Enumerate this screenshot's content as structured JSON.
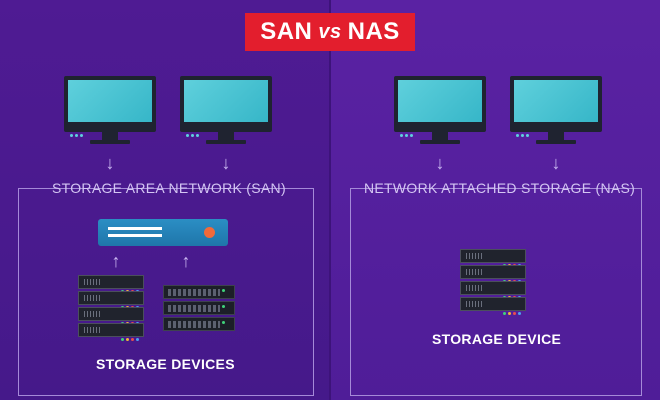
{
  "title": {
    "left": "SAN",
    "vs": "vs",
    "right": "NAS"
  },
  "san": {
    "label": "STORAGE AREA NETWORK (SAN)",
    "caption": "STORAGE DEVICES"
  },
  "nas": {
    "label": "NETWORK ATTACHED STORAGE (NAS)",
    "caption": "STORAGE DEVICE"
  },
  "arrows": {
    "down": "↓",
    "up": "↑"
  },
  "colors": {
    "title_bg": "#e31e2d",
    "left_panel": "#4f1b93",
    "right_panel": "#5a22a3",
    "screen": "#5fd0dc",
    "switch": "#2b8ec4",
    "switch_led": "#f26a3a"
  },
  "icons": [
    "monitor-icon",
    "network-switch-icon",
    "server-rack-icon",
    "blade-server-icon",
    "arrow-down-icon",
    "arrow-up-icon"
  ]
}
